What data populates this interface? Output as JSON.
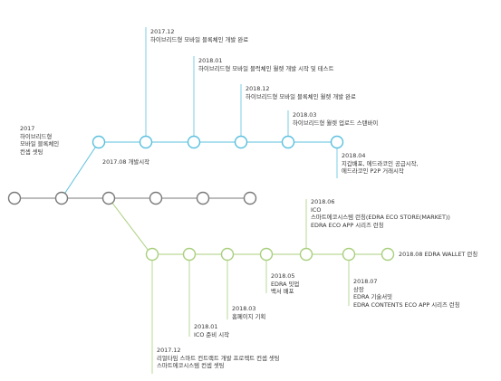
{
  "colors": {
    "blue": "#5bc0de",
    "green": "#a9cf7d",
    "gray": "#7a7a7a",
    "text": "#333333",
    "leader_blue": "#5bc0de",
    "leader_green": "#a9cf7d"
  },
  "milestones": {
    "root": {
      "lines": [
        "2017",
        "하이브리드형",
        "모바일 블록체인",
        "컨셉 셋팅"
      ]
    },
    "b0": {
      "lines": [
        "2017.08 개발시작"
      ]
    },
    "b1": {
      "lines": [
        "2017.12",
        "하이브리드형 모바일 블록체인 개발 완료"
      ]
    },
    "b2": {
      "lines": [
        "2018.01",
        "하이브리드형 모바일 블럭체인 월렛 개발 시작 및 테스트"
      ]
    },
    "b3": {
      "lines": [
        "2018.12",
        "하이브리드형 모바일 블록체인 월렛 개발 완료"
      ]
    },
    "b4": {
      "lines": [
        "2018.03",
        "하이브리드형 월렛 업로드 스탠바이"
      ]
    },
    "b5": {
      "lines": [
        "2018.04",
        "지갑배포, 에드라코인 공급시작,",
        "에드라코인 P2P 거래시작"
      ]
    },
    "g0": {
      "lines": [
        "2017.12",
        "리얼타임 스마트 컨트랙트 개발 프로젝트 컨셉 셋팅",
        "스마트에코시스템 컨셉 셋팅"
      ]
    },
    "g1": {
      "lines": [
        "2018.01",
        "ICO 준비 시작"
      ]
    },
    "g2": {
      "lines": [
        "2018.03",
        "홈페이지 기획"
      ]
    },
    "g3": {
      "lines": [
        "2018.05",
        "EDRA 밋업",
        "백서 배포"
      ]
    },
    "g4": {
      "lines": [
        "2018.06",
        "ICO",
        "스마트에코시스템 런칭(EDRA ECO STORE(MARKET))",
        "EDRA ECO APP 시리즈 런칭"
      ]
    },
    "g5": {
      "lines": [
        "2018.07",
        "상장",
        "EDRA 기술서밋",
        "EDRA CONTENTS ECO APP 시리즈 런칭"
      ]
    },
    "g6": {
      "lines": [
        "2018.08 EDRA WALLET 런칭"
      ]
    }
  }
}
